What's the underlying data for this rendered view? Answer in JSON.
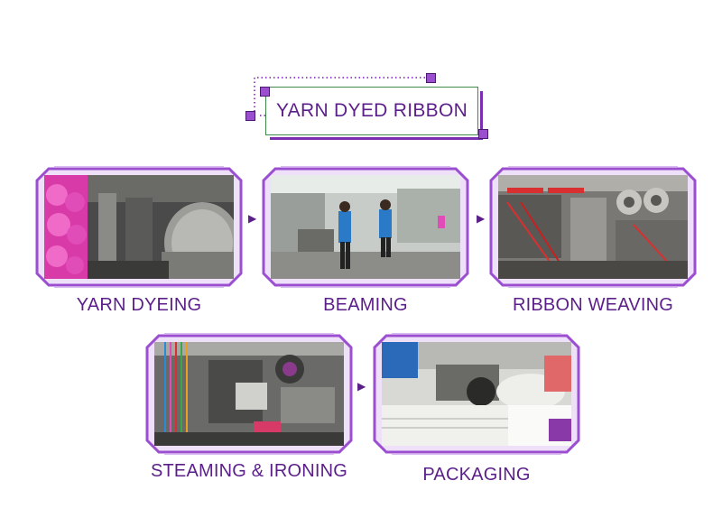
{
  "title": "YARN DYED RIBBON",
  "steps": [
    {
      "label": "YARN DYEING",
      "photo": "yarn-dyeing-photo"
    },
    {
      "label": "BEAMING",
      "photo": "beaming-photo"
    },
    {
      "label": "RIBBON WEAVING",
      "photo": "ribbon-weaving-photo"
    },
    {
      "label": "STEAMING & IRONING",
      "photo": "steaming-ironing-photo"
    },
    {
      "label": "PACKAGING",
      "photo": "packaging-photo"
    }
  ],
  "arrow_glyph": "▶",
  "colors": {
    "brand_purple": "#5b1f8a",
    "frame_purple": "#9b4fd0",
    "frame_light": "#d9b8f0",
    "title_border_green": "#3f8a4a"
  }
}
